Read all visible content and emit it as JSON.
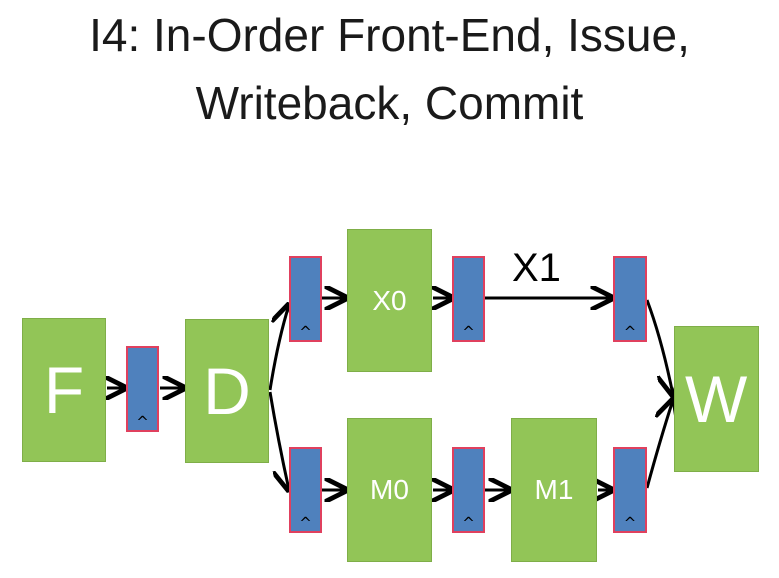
{
  "title": {
    "line1": "I4: In-Order Front-End, Issue,",
    "line2": "Writeback, Commit"
  },
  "stages": {
    "f": "F",
    "d": "D",
    "x0": "X0",
    "m0": "M0",
    "m1": "M1",
    "w": "W"
  },
  "labels": {
    "x1": "X1"
  },
  "register_mark": "^",
  "colors": {
    "stage": "#92c557",
    "register": "#4f81bd",
    "register_border": "#e0405e",
    "text": "#1a1a1a"
  }
}
